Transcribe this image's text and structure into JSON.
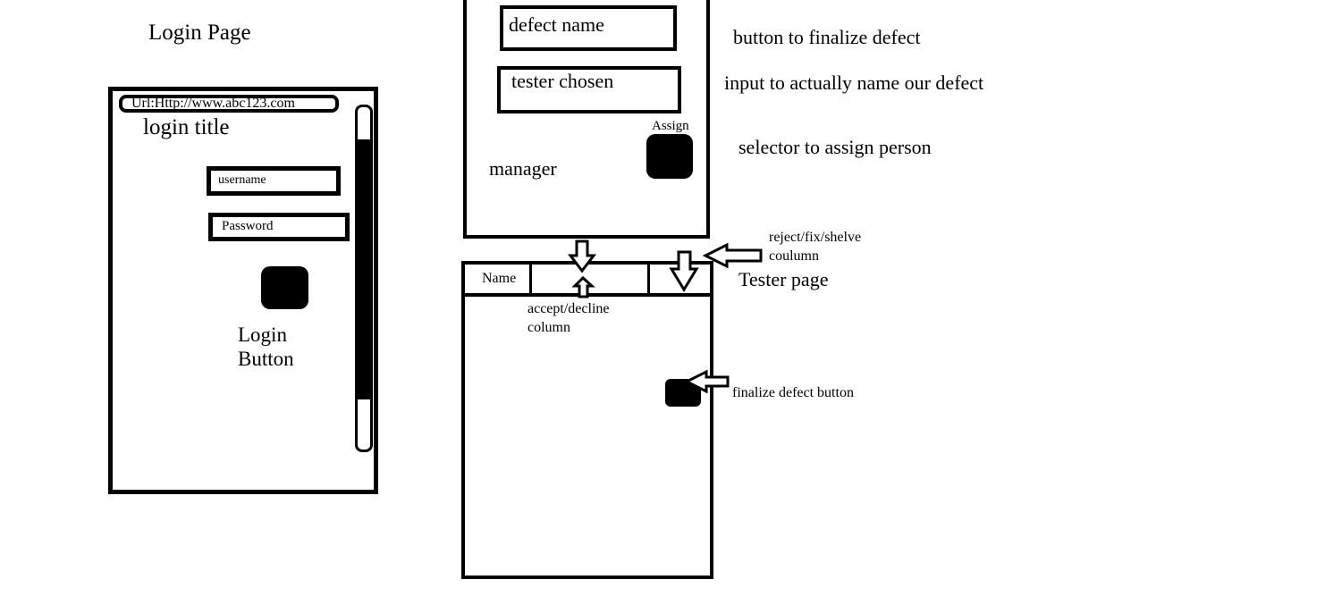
{
  "login": {
    "heading": "Login Page",
    "url": "Url:Http://www.abc123.com",
    "title": "login title",
    "username_placeholder": "username",
    "password_placeholder": "Password",
    "login_button_label": "Login\nButton"
  },
  "manager": {
    "defect_name_field": "defect name",
    "tester_chosen_field": "tester chosen",
    "assign_label": "Assign",
    "page_label": "manager"
  },
  "annotations": {
    "finalize_defect": "button to finalize defect",
    "name_input": "input to actually name our defect",
    "assign_selector": "selector to assign person",
    "reject_column": "reject/fix/shelve\ncoulumn",
    "tester_page": "Tester page",
    "accept_column": "accept/decline\ncolumn",
    "finalize_button": "finalize defect button"
  },
  "tester": {
    "columns": [
      "Name",
      "",
      ""
    ]
  },
  "colors": {
    "ink": "#000000",
    "paper": "#ffffff"
  }
}
